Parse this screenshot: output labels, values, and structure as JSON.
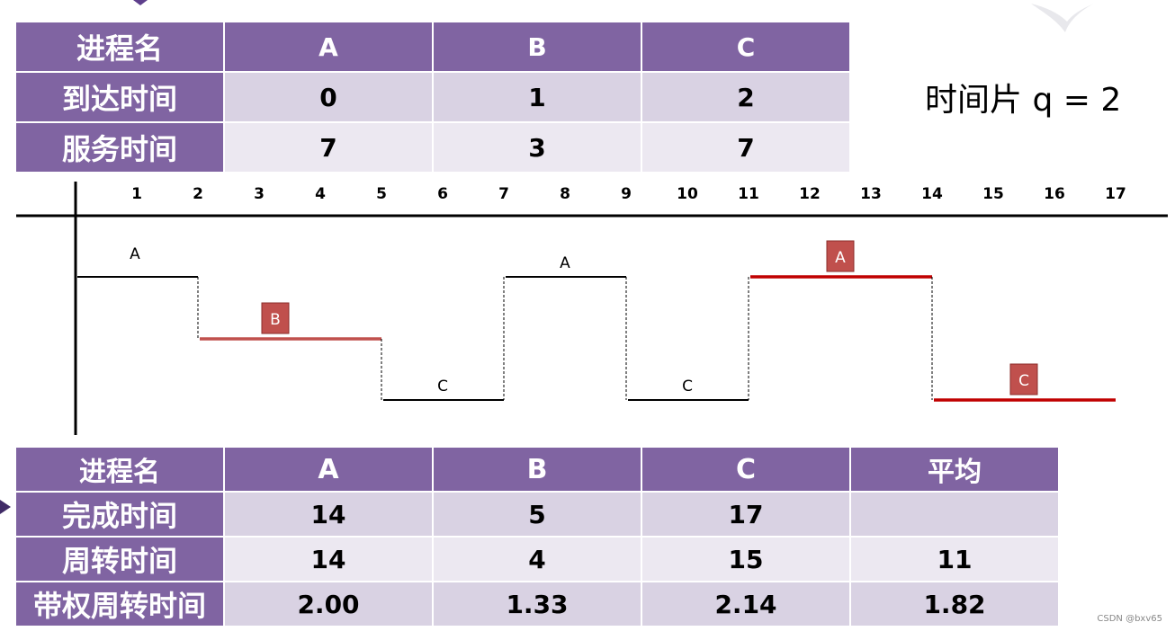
{
  "top_table": {
    "headers": [
      "进程名",
      "A",
      "B",
      "C"
    ],
    "rows": [
      {
        "label": "到达时间",
        "values": [
          "0",
          "1",
          "2"
        ]
      },
      {
        "label": "服务时间",
        "values": [
          "7",
          "3",
          "7"
        ]
      }
    ]
  },
  "time_slice": {
    "label": "时间片",
    "expr": " q = 2"
  },
  "gantt": {
    "ticks": [
      "1",
      "2",
      "3",
      "4",
      "5",
      "6",
      "7",
      "8",
      "9",
      "10",
      "11",
      "12",
      "13",
      "14",
      "15",
      "16",
      "17"
    ],
    "segments": [
      {
        "process": "A",
        "start": 0,
        "end": 2,
        "highlight": false
      },
      {
        "process": "B",
        "start": 2,
        "end": 5,
        "highlight": true
      },
      {
        "process": "C",
        "start": 5,
        "end": 7,
        "highlight": false
      },
      {
        "process": "A",
        "start": 7,
        "end": 9,
        "highlight": false
      },
      {
        "process": "C",
        "start": 9,
        "end": 11,
        "highlight": false
      },
      {
        "process": "A",
        "start": 11,
        "end": 14,
        "highlight": true
      },
      {
        "process": "C",
        "start": 14,
        "end": 17,
        "highlight": true
      }
    ],
    "colors": {
      "normal": "#000000",
      "highlight": "#c00000",
      "highlight_b": "#c0504d",
      "badge": "#c0504d"
    }
  },
  "bottom_table": {
    "headers": [
      "进程名",
      "A",
      "B",
      "C",
      "平均"
    ],
    "rows": [
      {
        "label": "完成时间",
        "values": [
          "14",
          "5",
          "17",
          ""
        ]
      },
      {
        "label": "周转时间",
        "values": [
          "14",
          "4",
          "15",
          "11"
        ]
      },
      {
        "label": "带权周转时间",
        "values": [
          "2.00",
          "1.33",
          "2.14",
          "1.82"
        ]
      }
    ]
  },
  "watermark": "CSDN @bxv65",
  "colors": {
    "header_purple": "#8064a2",
    "cell_dark": "#d9d2e3",
    "cell_light": "#ece8f1"
  }
}
